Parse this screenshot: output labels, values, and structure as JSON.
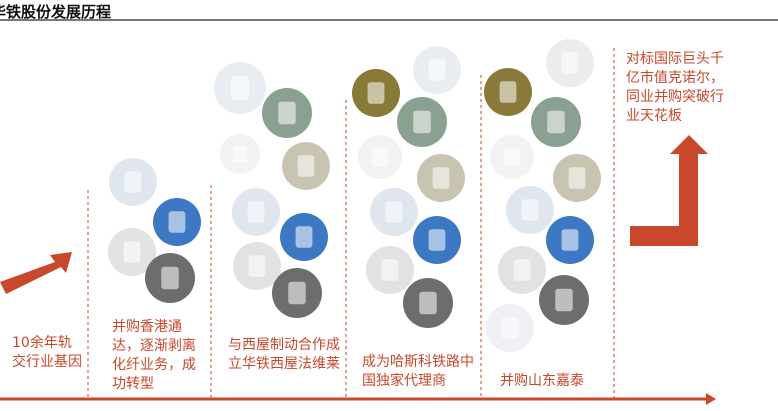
{
  "title": "华铁股份发展历程",
  "stages": [
    {
      "label": "10余年轨交行业基因"
    },
    {
      "label": "并购香港通达，逐渐剥离化纤业务，成功转型"
    },
    {
      "label": "与西屋制动合作成立华铁西屋法维莱"
    },
    {
      "label": "成为哈斯科铁路中国独家代理商"
    },
    {
      "label": "并购山东嘉泰"
    },
    {
      "label": "对标国际巨头千亿市值克诺尔，同业并购突破行业天花板"
    }
  ],
  "colors": {
    "accent": "#c9472a",
    "circle": "#cfcfcf"
  }
}
